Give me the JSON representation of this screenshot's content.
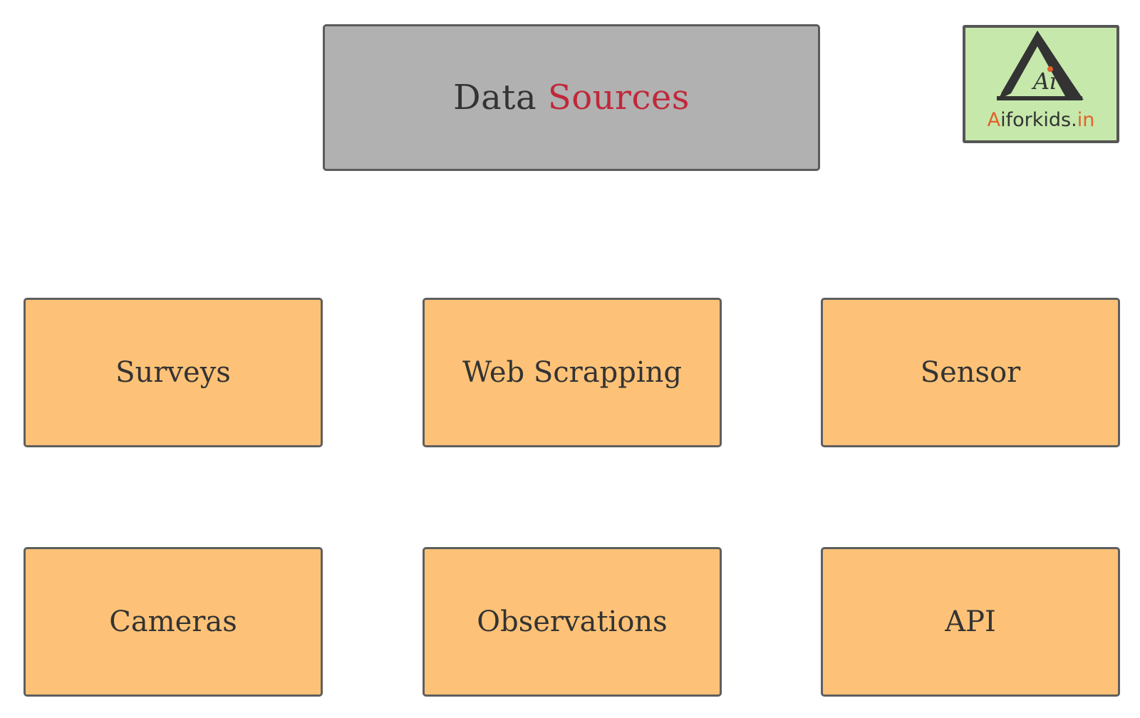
{
  "title": {
    "part1": "Data",
    "part2": "Sources",
    "accent_color": "#c0283a",
    "box_color": "#b1b1b1"
  },
  "logo": {
    "mark_text": "Ai",
    "text_a": "A",
    "text_middle": "iforkids.",
    "text_in": "in",
    "background_color": "#c6e8ab",
    "accent_color": "#e0632a"
  },
  "nodes": [
    {
      "label": "Surveys"
    },
    {
      "label": "Web Scrapping"
    },
    {
      "label": "Sensor"
    },
    {
      "label": "Cameras"
    },
    {
      "label": "Observations"
    },
    {
      "label": "API"
    }
  ],
  "node_color": "#fdc277"
}
